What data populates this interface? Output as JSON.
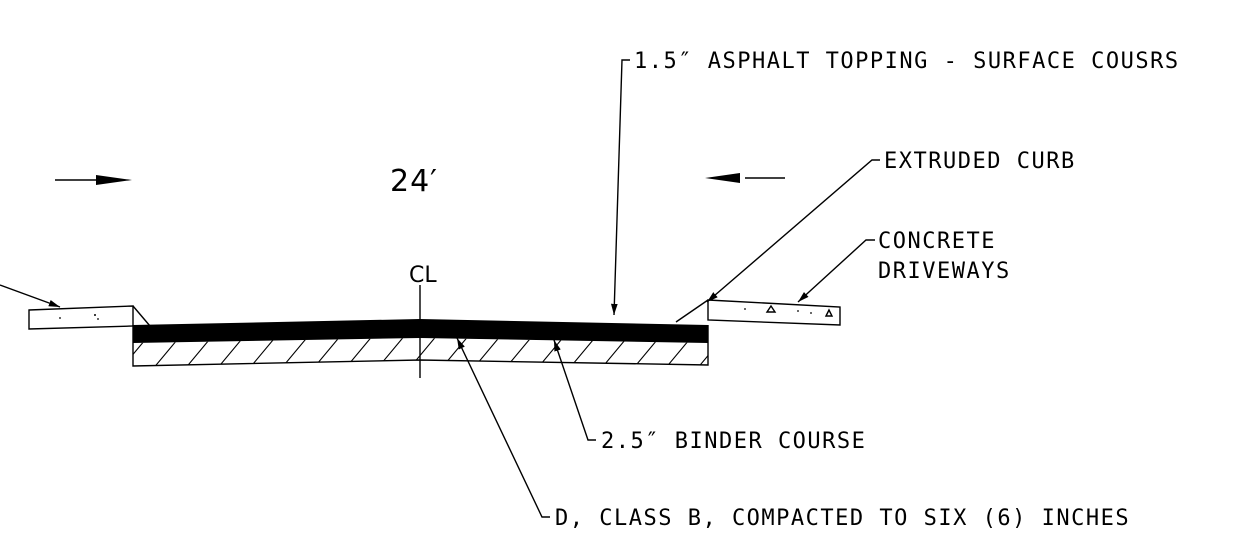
{
  "drawing": {
    "dimension": "24′",
    "centerline": "CL",
    "labels": {
      "asphalt_topping": "1.5″ ASPHALT TOPPING - SURFACE COUSRS",
      "extruded_curb": "EXTRUDED CURB",
      "concrete_line1": "CONCRETE",
      "concrete_line2": "DRIVEWAYS",
      "binder_course": "2.5″ BINDER COURSE",
      "subbase": "D, CLASS B, COMPACTED TO SIX (6) INCHES"
    }
  }
}
